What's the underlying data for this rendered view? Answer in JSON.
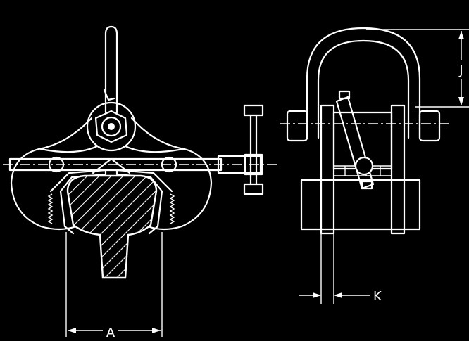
{
  "dimensions": {
    "a_label": "A",
    "j_label": "J",
    "k_label": "K"
  },
  "colors": {
    "background": "#000000",
    "linework": "#ffffff"
  }
}
